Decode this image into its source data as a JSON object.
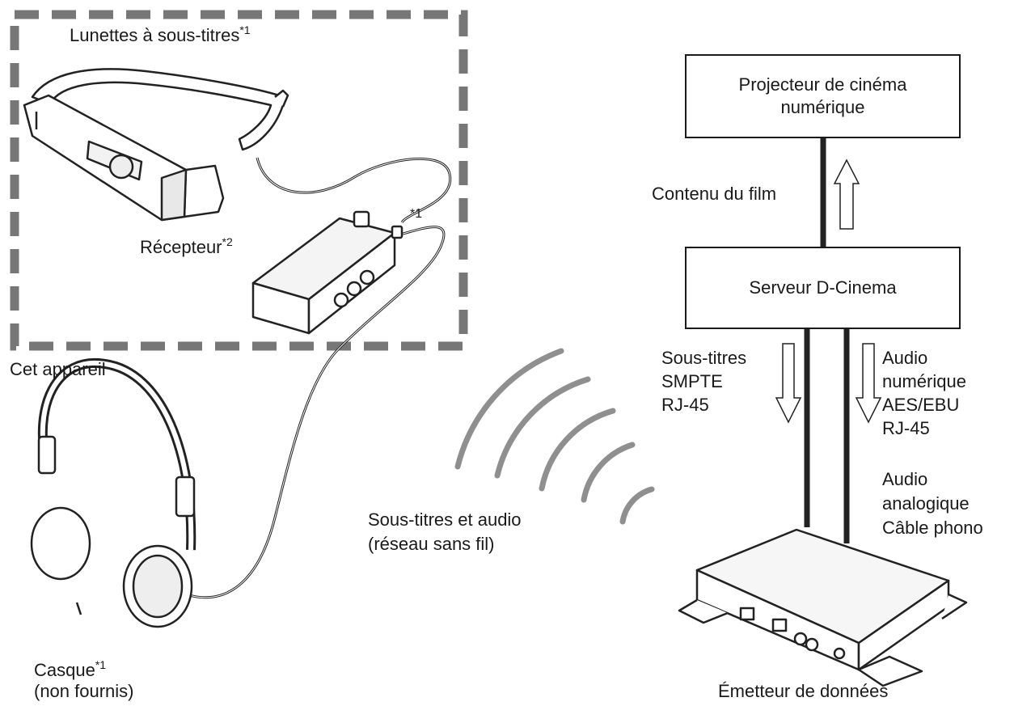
{
  "labels": {
    "glasses": "Lunettes à sous-titres",
    "glasses_note": "*1",
    "receiver": "Récepteur",
    "receiver_note": "*2",
    "cable_note": "*1",
    "this_device": "Cet appareil",
    "headphones": "Casque",
    "headphones_note": "*1",
    "headphones_sub": "(non fournis)",
    "wireless_line1": "Sous-titres et audio",
    "wireless_line2": "(réseau sans fil)",
    "movie_content": "Contenu du film",
    "subtitles": [
      "Sous-titres",
      "SMPTE",
      "RJ-45"
    ],
    "digital_audio": [
      "Audio",
      "numérique",
      "AES/EBU",
      "RJ-45"
    ],
    "analog_audio": [
      "Audio",
      "analogique",
      "Câble phono"
    ],
    "transmitter": "Émetteur de données"
  },
  "boxes": {
    "projector": "Projecteur de cinéma\nnumérique",
    "server": "Serveur D-Cinema"
  },
  "colors": {
    "ink": "#1a1a1a",
    "dashed_border": "#777777",
    "wifi_arcs": "#8f8f8f",
    "cables": "#222222"
  }
}
